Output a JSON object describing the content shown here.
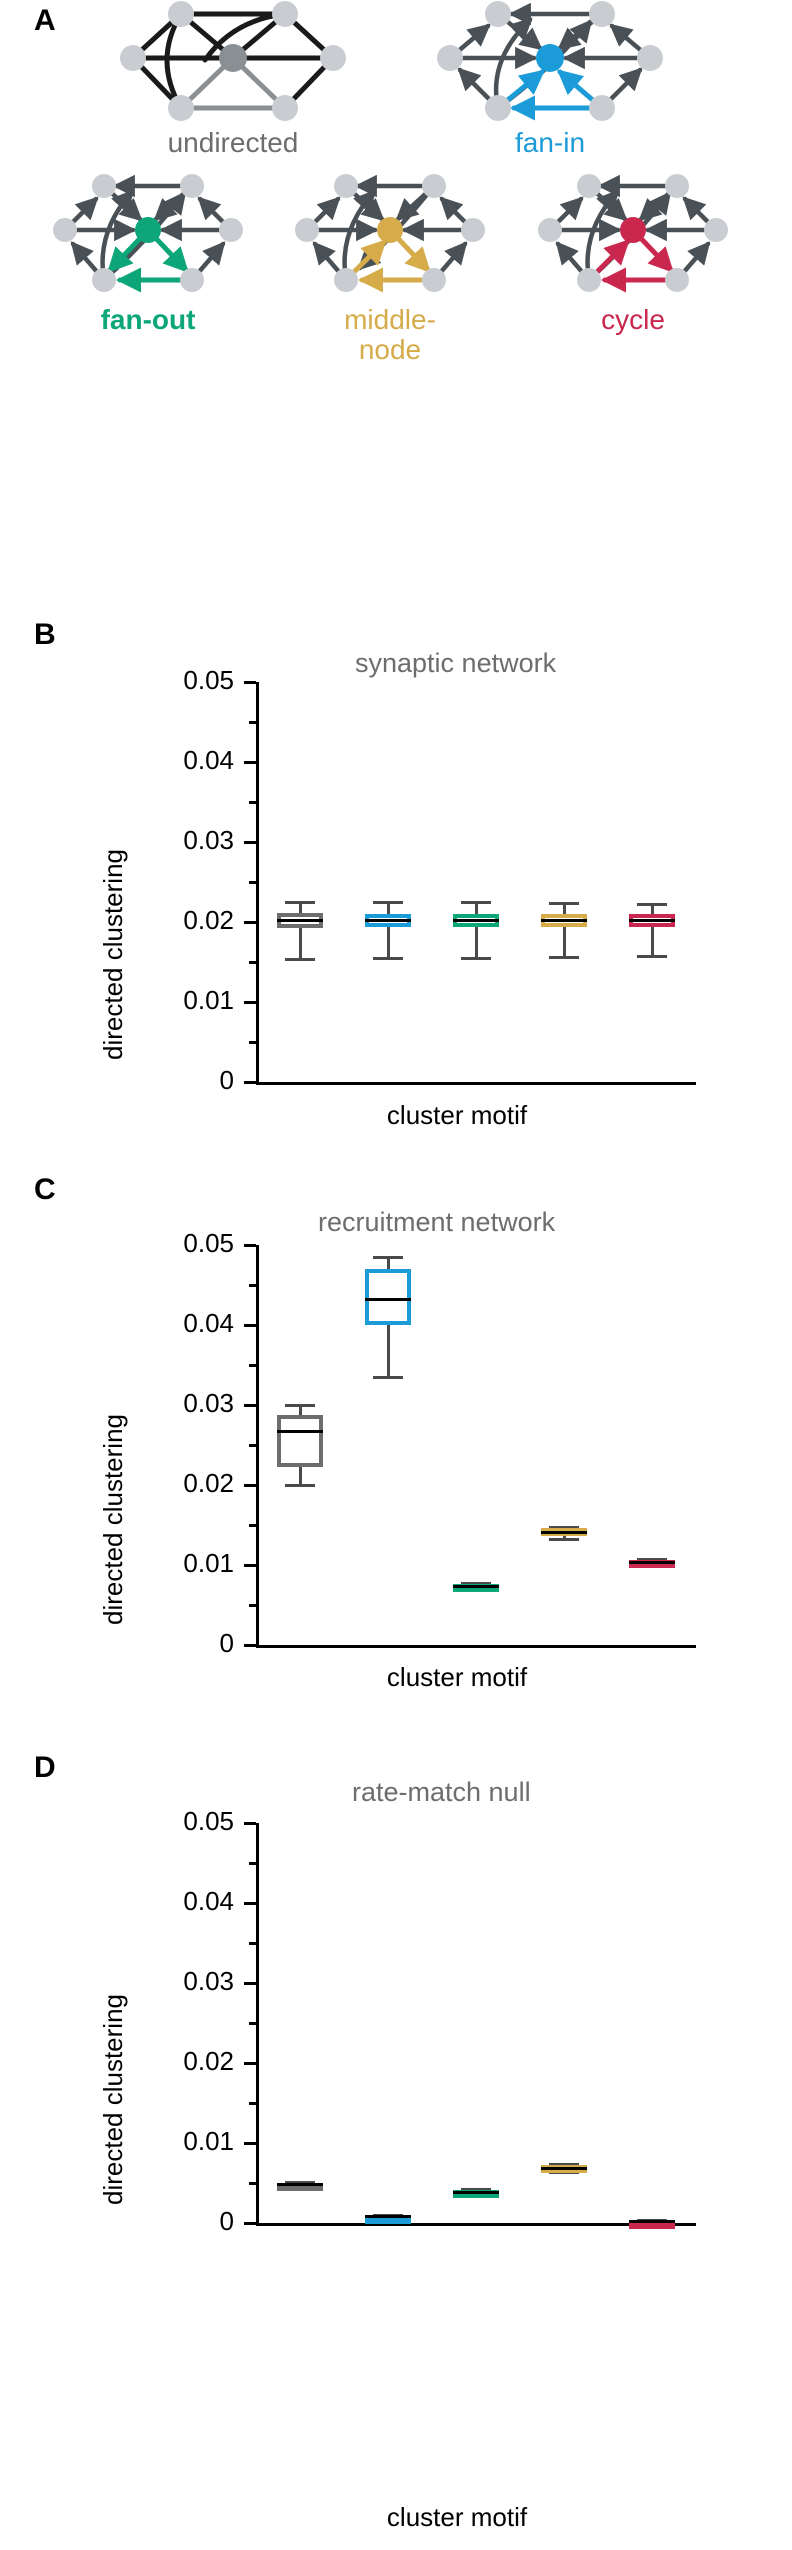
{
  "panels": {
    "a": {
      "letter": "A"
    },
    "b": {
      "letter": "B",
      "title": "synaptic network"
    },
    "c": {
      "letter": "C",
      "title": "recruitment network"
    },
    "d": {
      "letter": "D",
      "title": "rate-match null"
    }
  },
  "motifs": [
    {
      "key": "undirected",
      "label": "undirected",
      "color": "#6d6d6d"
    },
    {
      "key": "fanin",
      "label": "fan-in",
      "color": "#1b9bd8"
    },
    {
      "key": "fanout",
      "label": "fan-out",
      "color": "#0ca678"
    },
    {
      "key": "middlenode",
      "label": "middle-\nnode",
      "label_line1": "middle-",
      "label_line2": "node",
      "color": "#d6ab4a"
    },
    {
      "key": "cycle",
      "label": "cycle",
      "color": "#c9274e"
    }
  ],
  "axes": {
    "ylabel": "directed clustering",
    "xlabel": "cluster motif",
    "yticks": [
      "0",
      "0.01",
      "0.02",
      "0.03",
      "0.04",
      "0.05"
    ],
    "ytick_values": [
      0,
      0.01,
      0.02,
      0.03,
      0.04,
      0.05
    ],
    "ylim": [
      0,
      0.05
    ]
  },
  "chart_data": [
    {
      "type": "box",
      "panel": "B",
      "title": "synaptic network",
      "xlabel": "cluster motif",
      "ylabel": "directed clustering",
      "ylim": [
        0,
        0.05
      ],
      "yticks": [
        0,
        0.01,
        0.02,
        0.03,
        0.04,
        0.05
      ],
      "categories": [
        "undirected",
        "fan-in",
        "fan-out",
        "middle-node",
        "cycle"
      ],
      "colors": [
        "#6d6d6d",
        "#1b9bd8",
        "#0ca678",
        "#d6ab4a",
        "#c9274e"
      ],
      "boxes": [
        {
          "category": "undirected",
          "whisker_low": 0.0153,
          "q1": 0.0193,
          "median": 0.0202,
          "q3": 0.0211,
          "whisker_high": 0.0225
        },
        {
          "category": "fan-in",
          "whisker_low": 0.0154,
          "q1": 0.0194,
          "median": 0.0202,
          "q3": 0.021,
          "whisker_high": 0.0224
        },
        {
          "category": "fan-out",
          "whisker_low": 0.0154,
          "q1": 0.0194,
          "median": 0.0202,
          "q3": 0.021,
          "whisker_high": 0.0224
        },
        {
          "category": "middle-node",
          "whisker_low": 0.0156,
          "q1": 0.0194,
          "median": 0.0202,
          "q3": 0.021,
          "whisker_high": 0.0223
        },
        {
          "category": "cycle",
          "whisker_low": 0.0157,
          "q1": 0.0194,
          "median": 0.0202,
          "q3": 0.021,
          "whisker_high": 0.0222
        }
      ]
    },
    {
      "type": "box",
      "panel": "C",
      "title": "recruitment network",
      "xlabel": "cluster motif",
      "ylabel": "directed clustering",
      "ylim": [
        0,
        0.05
      ],
      "yticks": [
        0,
        0.01,
        0.02,
        0.03,
        0.04,
        0.05
      ],
      "categories": [
        "undirected",
        "fan-in",
        "fan-out",
        "middle-node",
        "cycle"
      ],
      "colors": [
        "#6d6d6d",
        "#1b9bd8",
        "#0ca678",
        "#d6ab4a",
        "#c9274e"
      ],
      "boxes": [
        {
          "category": "undirected",
          "whisker_low": 0.02,
          "q1": 0.0223,
          "median": 0.0267,
          "q3": 0.0287,
          "whisker_high": 0.0299
        },
        {
          "category": "fan-in",
          "whisker_low": 0.0335,
          "q1": 0.04,
          "median": 0.0432,
          "q3": 0.047,
          "whisker_high": 0.0484
        },
        {
          "category": "fan-out",
          "whisker_low": 0.007,
          "q1": 0.0071,
          "median": 0.0073,
          "q3": 0.0076,
          "whisker_high": 0.0077
        },
        {
          "category": "middle-node",
          "whisker_low": 0.0132,
          "q1": 0.0137,
          "median": 0.0141,
          "q3": 0.0146,
          "whisker_high": 0.0147
        },
        {
          "category": "cycle",
          "whisker_low": 0.01,
          "q1": 0.0101,
          "median": 0.0103,
          "q3": 0.0106,
          "whisker_high": 0.0107
        }
      ]
    },
    {
      "type": "box",
      "panel": "D",
      "title": "rate-match null",
      "xlabel": "cluster motif",
      "ylabel": "directed clustering",
      "ylim": [
        0,
        0.05
      ],
      "yticks": [
        0,
        0.01,
        0.02,
        0.03,
        0.04,
        0.05
      ],
      "categories": [
        "undirected",
        "fan-in",
        "fan-out",
        "middle-node",
        "cycle"
      ],
      "colors": [
        "#6d6d6d",
        "#1b9bd8",
        "#0ca678",
        "#d6ab4a",
        "#c9274e"
      ],
      "boxes": [
        {
          "category": "undirected",
          "whisker_low": 0.0045,
          "q1": 0.0046,
          "median": 0.0048,
          "q3": 0.005,
          "whisker_high": 0.0051
        },
        {
          "category": "fan-in",
          "whisker_low": 0.0006,
          "q1": 0.0007,
          "median": 0.0008,
          "q3": 0.0009,
          "whisker_high": 0.001
        },
        {
          "category": "fan-out",
          "whisker_low": 0.0035,
          "q1": 0.0036,
          "median": 0.0038,
          "q3": 0.0041,
          "whisker_high": 0.0042
        },
        {
          "category": "middle-node",
          "whisker_low": 0.0063,
          "q1": 0.0065,
          "median": 0.0068,
          "q3": 0.0072,
          "whisker_high": 0.0073
        },
        {
          "category": "cycle",
          "whisker_low": 0.0001,
          "q1": 0.0001,
          "median": 0.0002,
          "q3": 0.0003,
          "whisker_high": 0.0003
        }
      ]
    }
  ]
}
